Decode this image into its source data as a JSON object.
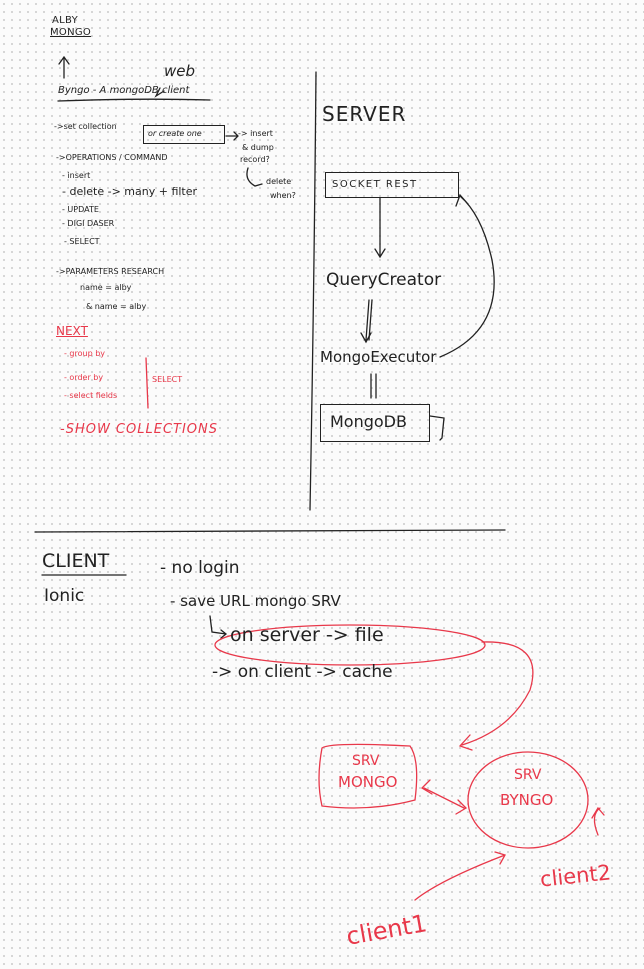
{
  "title": {
    "line1": "ALBY",
    "line2": "MONGO"
  },
  "project": {
    "name": "Byngo - A mongoDB client",
    "web_note": "web"
  },
  "left_notes": {
    "set_collection": "->set collection",
    "or_create_one": "or create one",
    "insert_options": [
      "-> insert",
      "& dump",
      "record?"
    ],
    "delete_when": [
      "delete",
      "when?"
    ],
    "operations_header": "->OPERATIONS / COMMAND",
    "operations": [
      "- insert",
      "- delete -> many + filter",
      "- UPDATE",
      "- DIGI DASER",
      "- SELECT"
    ],
    "parameters_header": "->PARAMETERS RESEARCH",
    "parameters": [
      "name = alby",
      "& name = alby"
    ]
  },
  "next_section": {
    "header": "NEXT",
    "items": [
      "- group by",
      "- order by",
      "- select fields"
    ],
    "select_label": "SELECT",
    "show_collections": "-SHOW COLLECTIONS"
  },
  "server": {
    "header": "SERVER",
    "socket_rest": "SOCKET REST",
    "query_creator": "QueryCreator",
    "mongo_executor": "MongoExecutor",
    "mongodb": "MongoDB"
  },
  "client": {
    "header": "CLIENT",
    "framework": "Ionic",
    "no_login": "- no login",
    "save_url": "- save URL mongo SRV",
    "on_server": "on server -> file",
    "on_client": "-> on client -> cache"
  },
  "diagram": {
    "srv_mongo": [
      "SRV",
      "MONGO"
    ],
    "srv_byngo": [
      "SRV",
      "BYNGO"
    ],
    "client1": "client1",
    "client2": "client2"
  },
  "colors": {
    "ink": "#222222",
    "red": "#e8384a",
    "background": "#fbfbfb",
    "dots": "#cfcfcf"
  }
}
